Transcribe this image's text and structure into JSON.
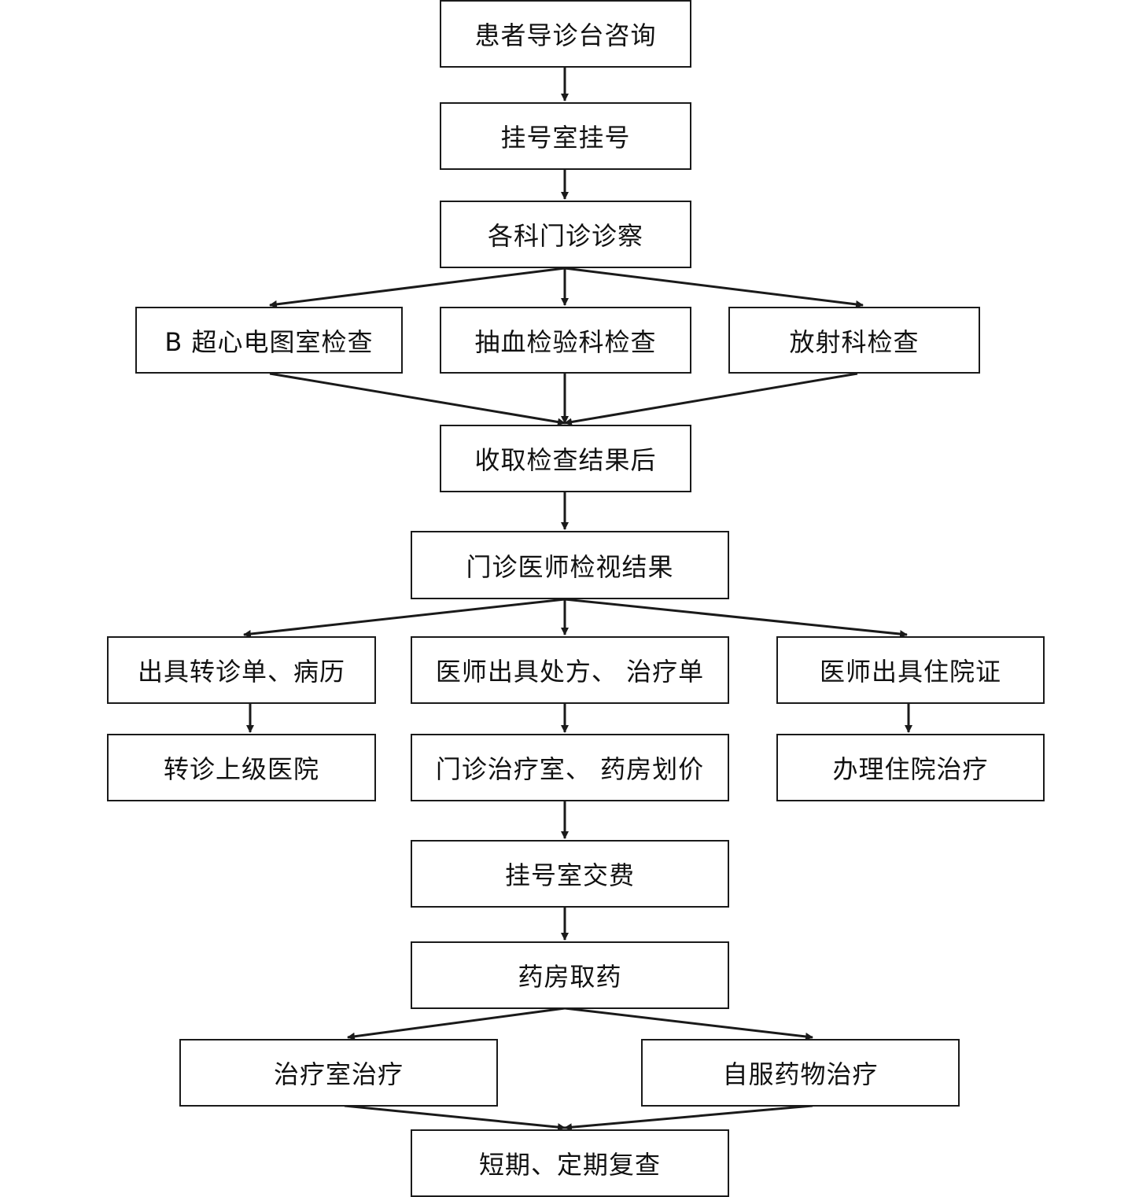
{
  "diagram": {
    "nodes": {
      "consult": "患者导诊台咨询",
      "register": "挂号室挂号",
      "diagnosis": "各科门诊诊察",
      "ultrasound": "B 超心电图室检查",
      "blood_test": "抽血检验科检查",
      "radiology": "放射科检查",
      "collect_results": "收取检查结果后",
      "review_results": "门诊医师检视结果",
      "referral_doc": "出具转诊单、病历",
      "prescription": "医师出具处方、 治疗单",
      "admission_cert": "医师出具住院证",
      "transfer": "转诊上级医院",
      "pricing": "门诊治疗室、 药房划价",
      "hospitalize": "办理住院治疗",
      "payment": "挂号室交费",
      "get_medicine": "药房取药",
      "room_treatment": "治疗室治疗",
      "self_medication": "自服药物治疗",
      "follow_up": "短期、定期复查"
    },
    "colors": {
      "line": "#1a1a1a",
      "text": "#111111",
      "background": "#ffffff"
    }
  }
}
